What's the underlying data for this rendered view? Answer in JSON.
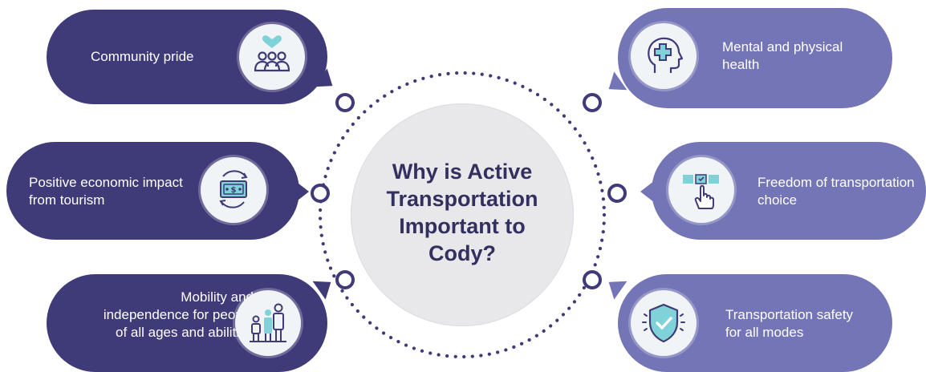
{
  "center": {
    "title": "Why is Active Transportation Important to Cody?"
  },
  "items": [
    {
      "id": "community",
      "label": "Community pride",
      "icon": "community-heart-icon"
    },
    {
      "id": "economic",
      "label": "Positive economic impact from tourism",
      "icon": "money-cycle-icon"
    },
    {
      "id": "mobility",
      "label": "Mobility and independence for people of all ages and abilities",
      "icon": "family-icon"
    },
    {
      "id": "health",
      "label": "Mental and physical health",
      "icon": "head-medical-cross-icon"
    },
    {
      "id": "choice",
      "label": "Freedom of transportation choice",
      "icon": "hand-select-icon"
    },
    {
      "id": "safety",
      "label": "Transportation safety for all modes",
      "icon": "shield-check-icon"
    }
  ],
  "colors": {
    "dark_pill": "#3f3a78",
    "light_pill": "#7375b6",
    "center_fill": "#e8e8eb",
    "icon_bg": "#f1f4f7",
    "icon_accent": "#7fd3d8",
    "title_text": "#33305f"
  }
}
